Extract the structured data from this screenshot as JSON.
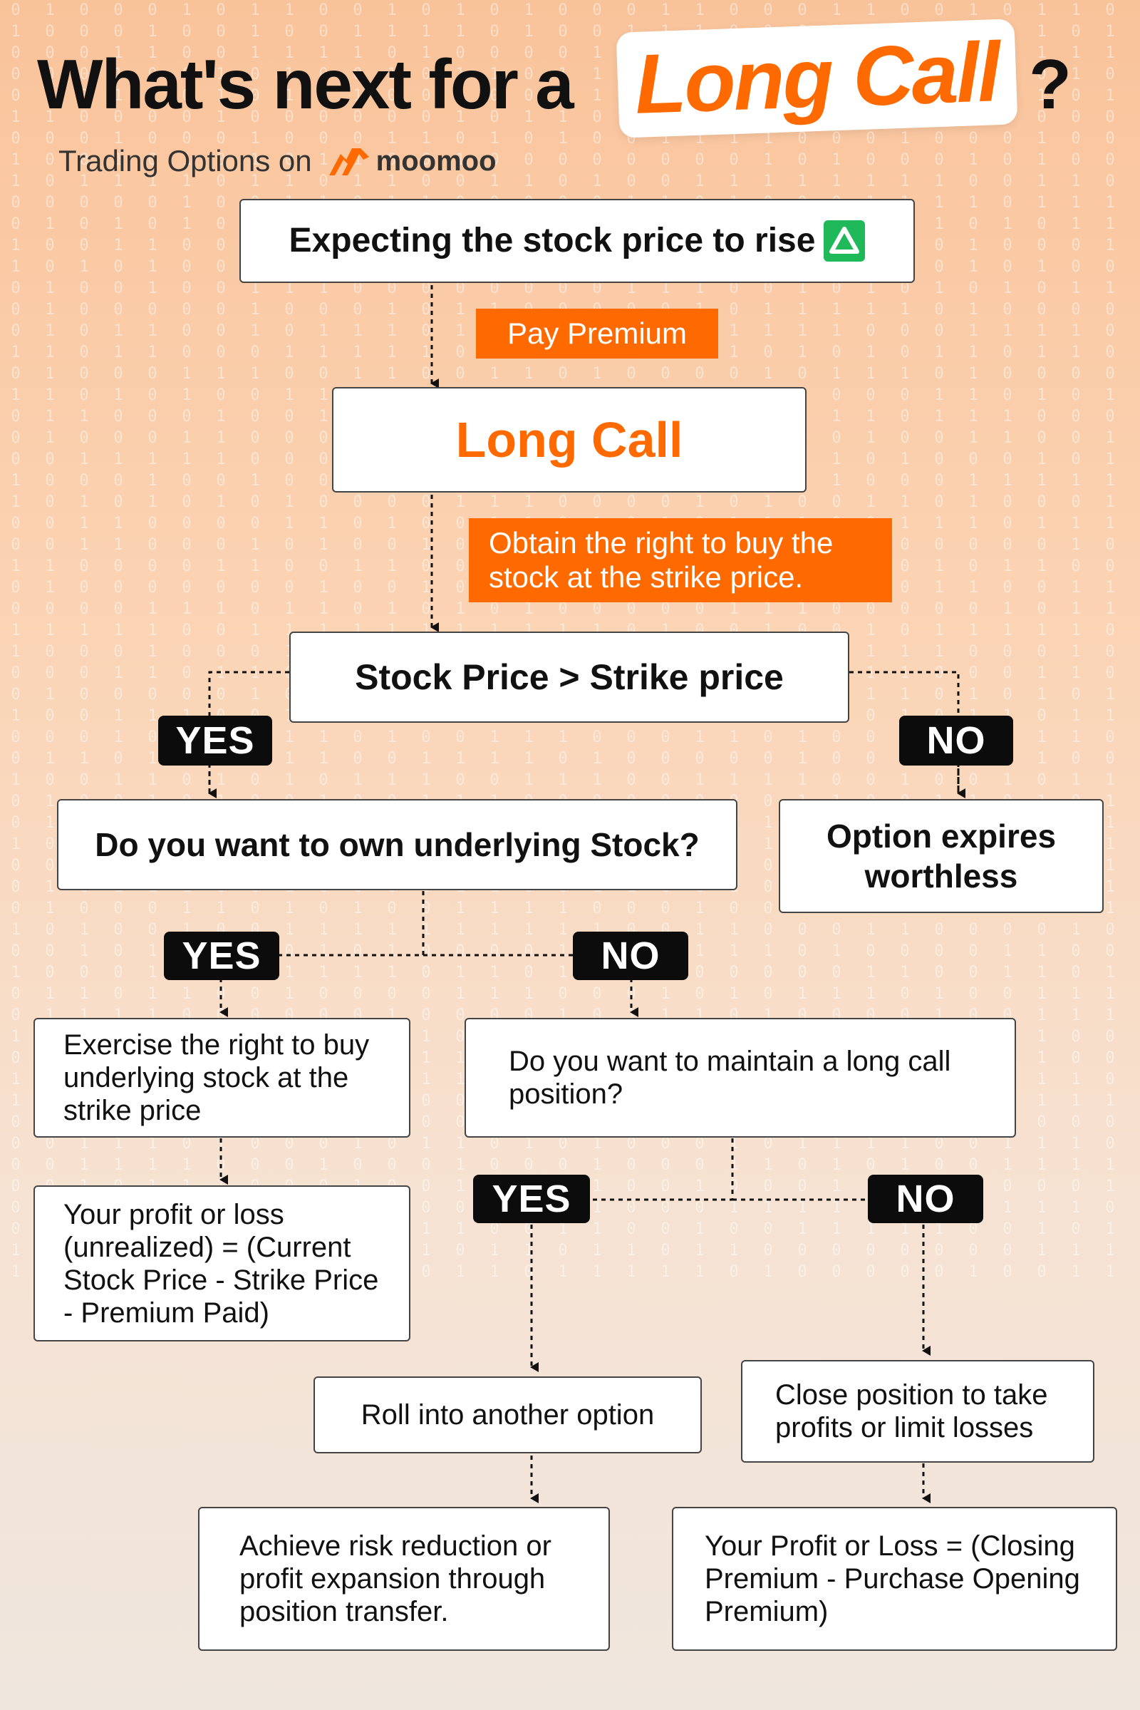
{
  "title": {
    "prefix": "What's next for a",
    "highlight": "Long Call",
    "suffix": "?"
  },
  "subtitle": "Trading Options on",
  "brand": {
    "name": "moomoo",
    "logo_icon": "moomoo-bull-logo",
    "color": "#ff6a00"
  },
  "colors": {
    "accent": "#ff6a00",
    "tag_dark": "#0c0c0c",
    "up_arrow": "#1fb95a"
  },
  "flow": {
    "start": "Expecting the stock price to rise",
    "start_icon": "green-up-triangle-icon",
    "pay_premium": "Pay  Premium",
    "long_call": "Long Call",
    "obtain_right": "Obtain the right to buy the stock at the strike price.",
    "condition": "Stock Price > Strike price",
    "yes": "YES",
    "no": "NO",
    "own_stock_question": "Do you want to own underlying Stock?",
    "option_expires": "Option expires worthless",
    "exercise": "Exercise the right to buy underlying stock at the strike price",
    "maintain_question": "Do you want to  maintain a long call position?",
    "unrealized_pl": "Your profit or loss (unrealized) = (Current Stock Price - Strike Price - Premium Paid)",
    "roll": "Roll into another option",
    "close_position": "Close position to take profits or limit losses",
    "risk_reduction": "Achieve risk reduction or profit expansion through position transfer.",
    "closing_pl": "Your Profit or Loss = (Closing Premium - Purchase Opening Premium)"
  }
}
